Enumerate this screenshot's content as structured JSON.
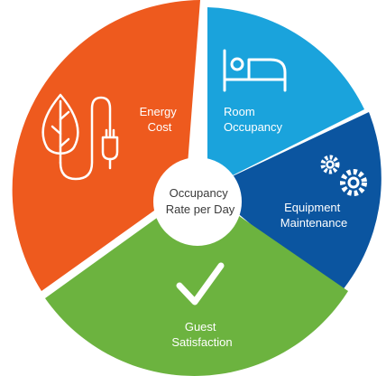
{
  "center": {
    "line1": "Occupancy",
    "line2": "Rate per Day"
  },
  "segments": [
    {
      "id": "room-occupancy",
      "line1": "Room",
      "line2": "Occupancy",
      "color": "#1AA3DC",
      "icon": "bed-icon"
    },
    {
      "id": "equipment-maintenance",
      "line1": "Equipment",
      "line2": "Maintenance",
      "color": "#0B55A0",
      "icon": "gears-icon"
    },
    {
      "id": "guest-satisfaction",
      "line1": "Guest",
      "line2": "Satisfaction",
      "color": "#6CB33F",
      "icon": "checkmark-icon"
    },
    {
      "id": "energy-cost",
      "line1": "Energy",
      "line2": "Cost",
      "color": "#EE5A1E",
      "icon": "leaf-plug-icon"
    }
  ]
}
